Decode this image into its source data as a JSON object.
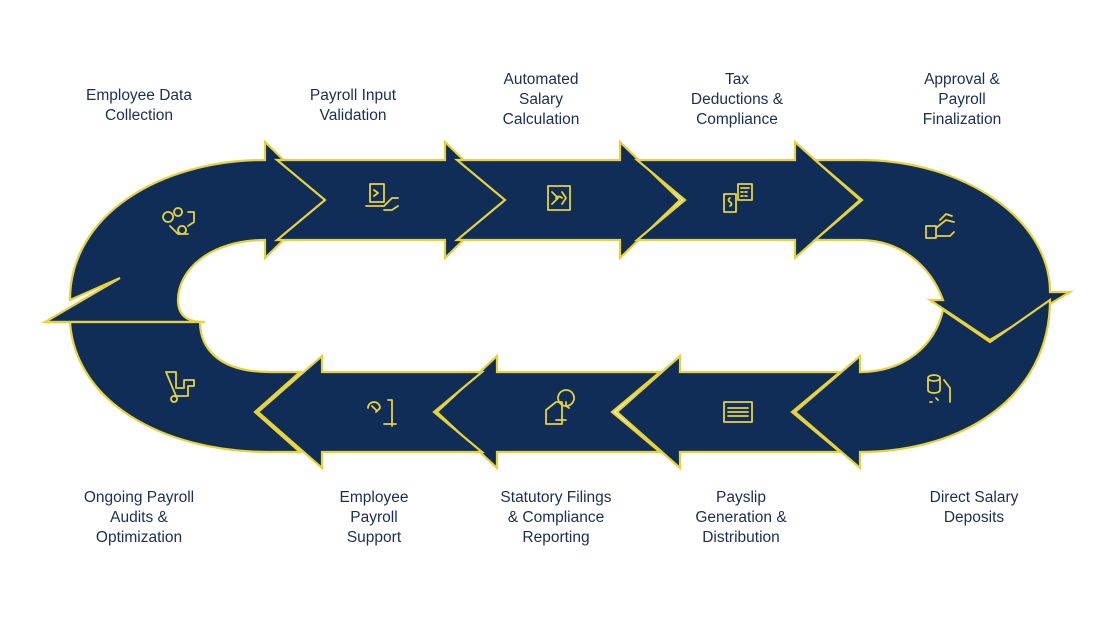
{
  "colors": {
    "fill": "#0f2d57",
    "outline": "#e6d23a",
    "icon": "#e6d23a",
    "text": "#1c2e52",
    "background": "#ffffff"
  },
  "steps": [
    {
      "label": "Employee Data\nCollection",
      "icon": "people-icon"
    },
    {
      "label": "Payroll Input\nValidation",
      "icon": "checklist-hand-icon"
    },
    {
      "label": "Automated\nSalary\nCalculation",
      "icon": "money-calc-icon"
    },
    {
      "label": "Tax\nDeductions &\nCompliance",
      "icon": "tax-calculator-icon"
    },
    {
      "label": "Approval &\nPayroll\nFinalization",
      "icon": "approval-hand-icon"
    },
    {
      "label": "Direct Salary\nDeposits",
      "icon": "coins-hand-icon"
    },
    {
      "label": "Payslip\nGeneration &\nDistribution",
      "icon": "payslip-icon"
    },
    {
      "label": "Statutory Filings\n& Compliance\nReporting",
      "icon": "filing-clock-icon"
    },
    {
      "label": "Employee\nPayroll\nSupport",
      "icon": "support-icon"
    },
    {
      "label": "Ongoing Payroll\nAudits &\nOptimization",
      "icon": "audit-pipe-icon"
    }
  ]
}
